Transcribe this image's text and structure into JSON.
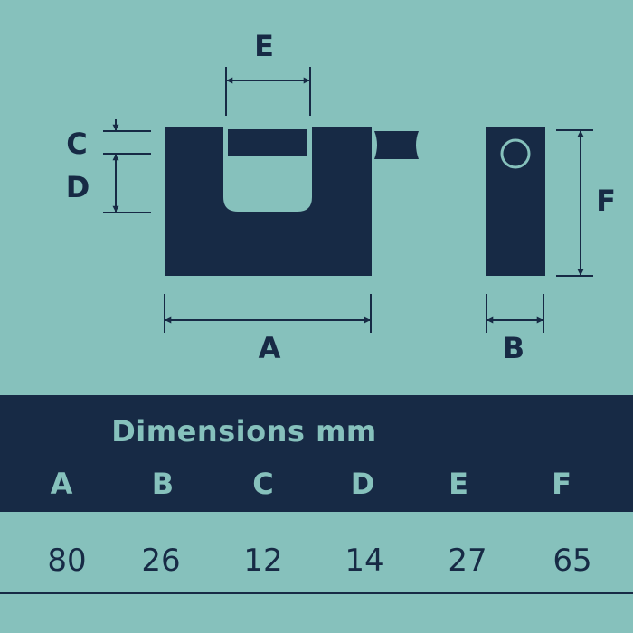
{
  "diagram": {
    "labels": {
      "a": "A",
      "b": "B",
      "c": "C",
      "d": "D",
      "e": "E",
      "f": "F"
    }
  },
  "table": {
    "title": "Dimensions mm",
    "headers": [
      "A",
      "B",
      "C",
      "D",
      "E",
      "F"
    ],
    "values": [
      "80",
      "26",
      "12",
      "14",
      "27",
      "65"
    ]
  },
  "colors": {
    "background": "#86c1bc",
    "dark": "#172a45"
  }
}
